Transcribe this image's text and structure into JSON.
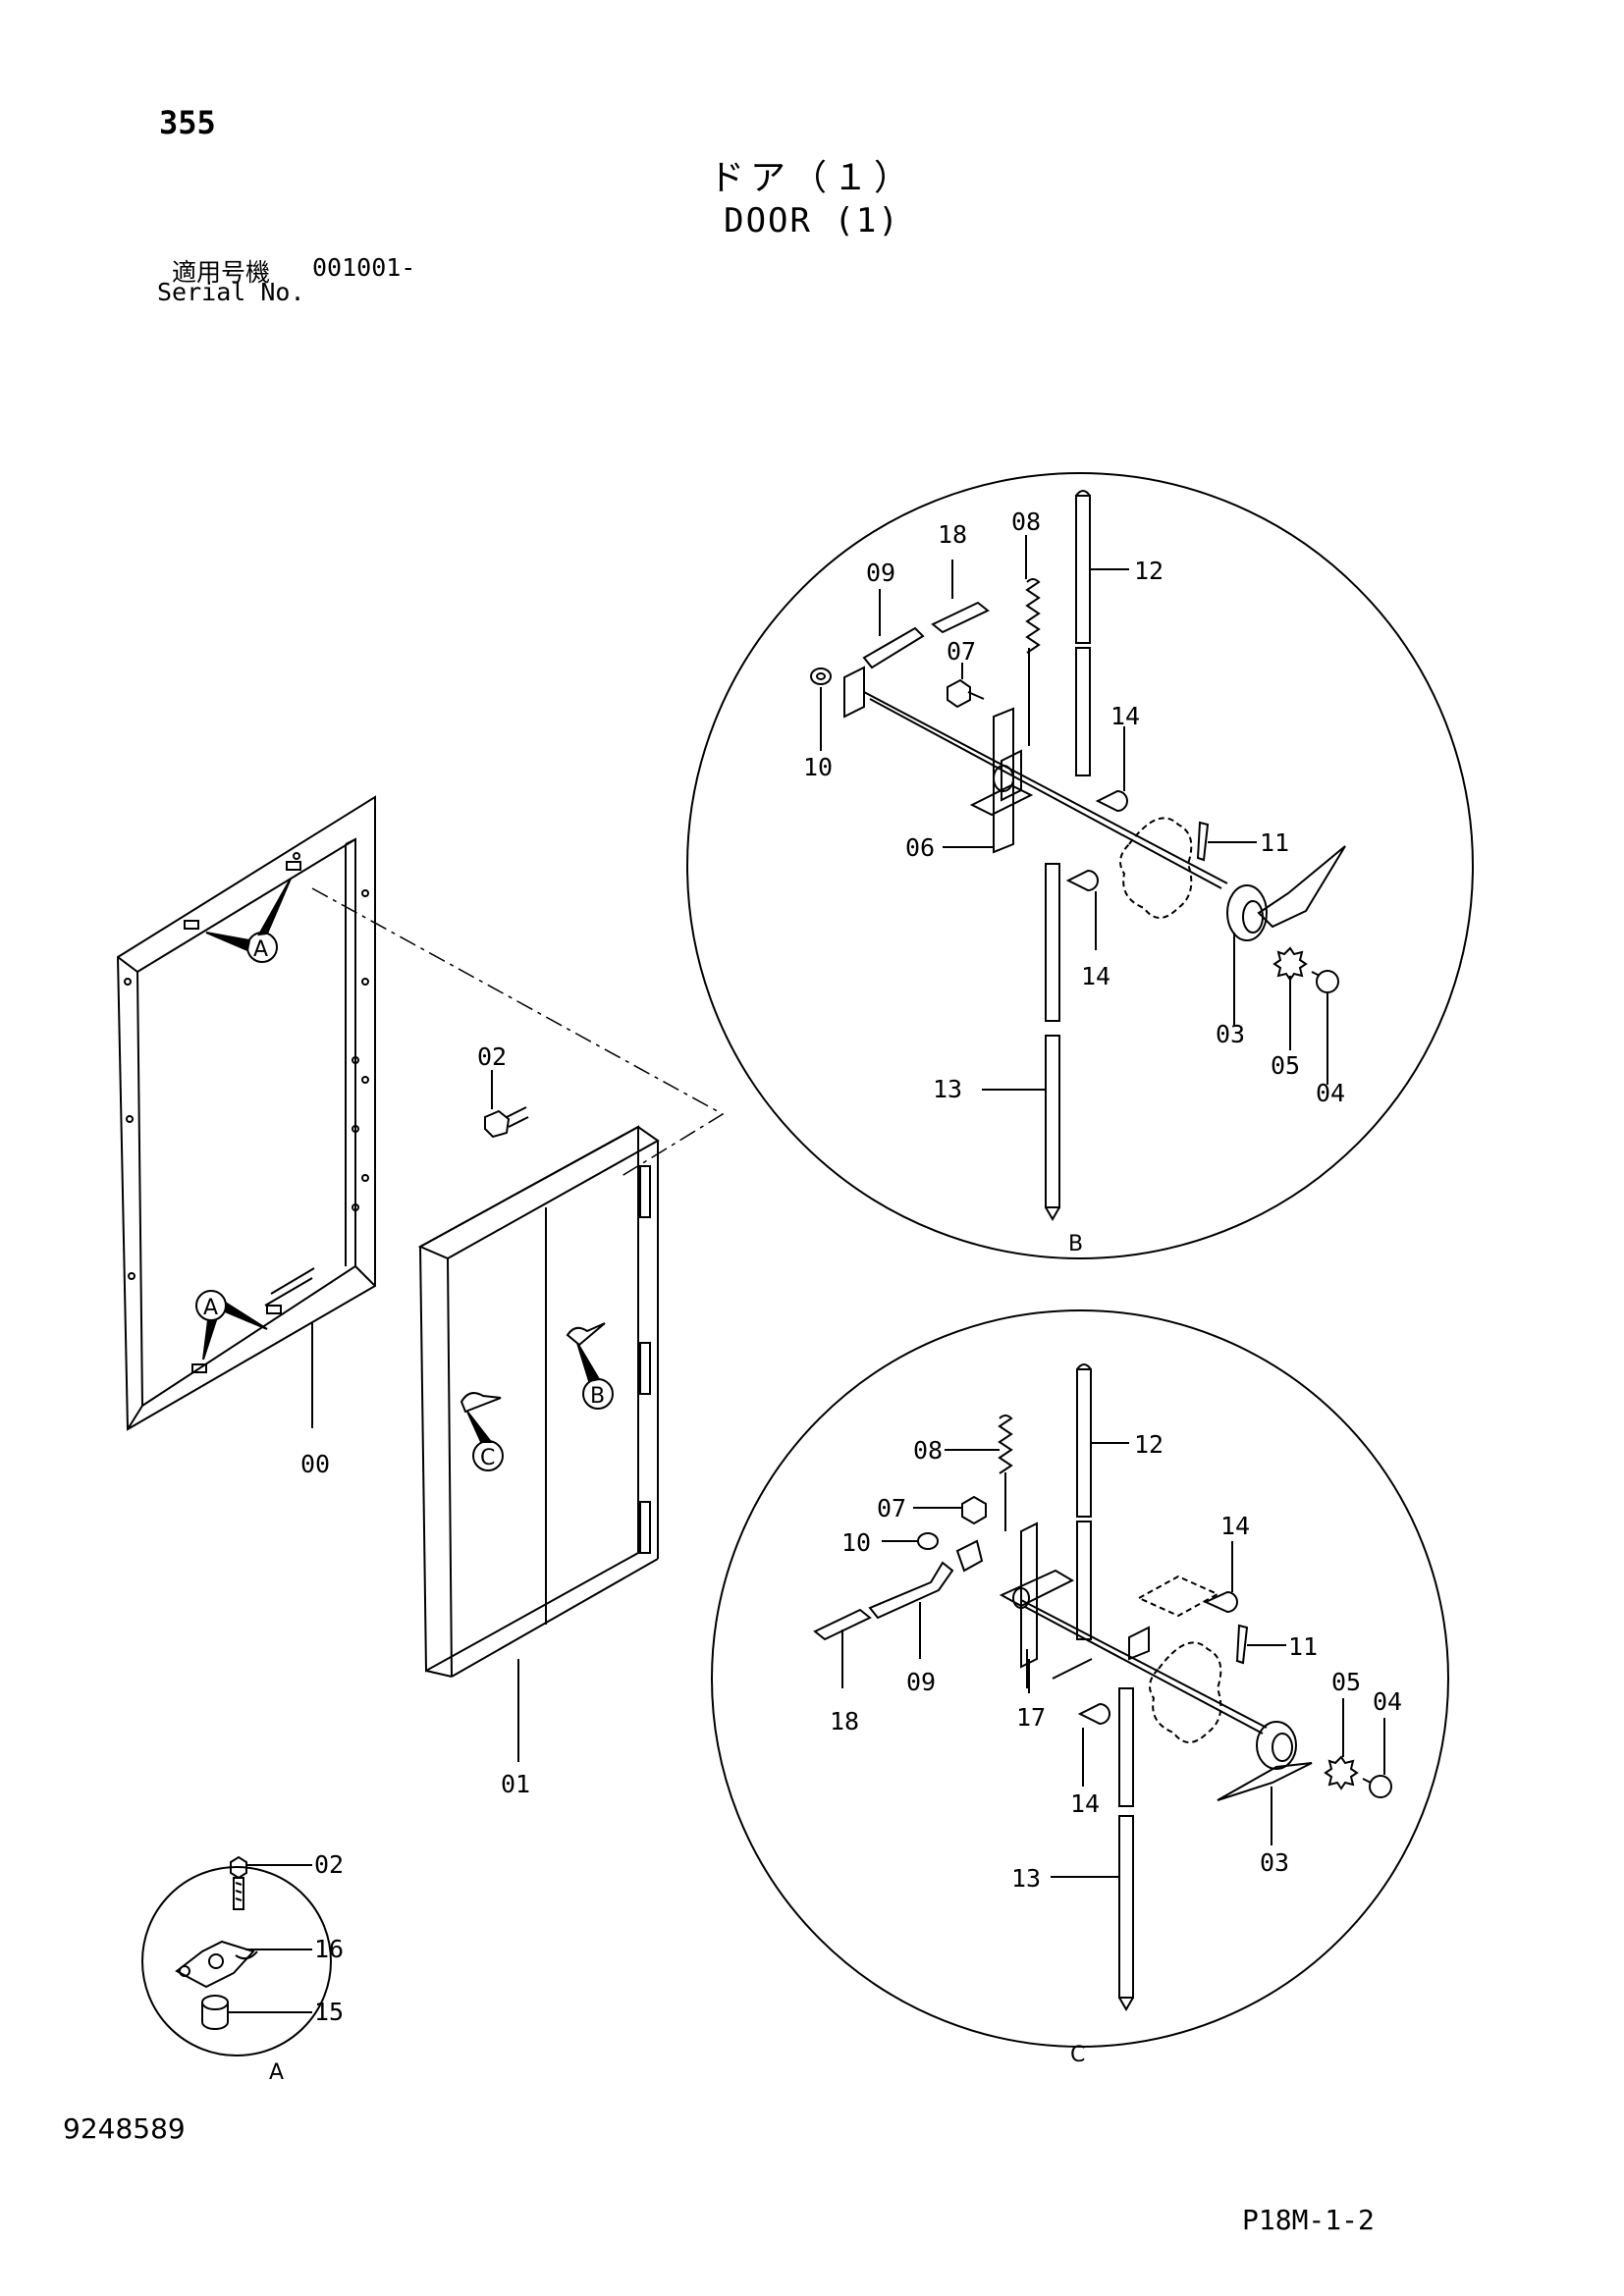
{
  "header": {
    "page_number": "355",
    "title_jp": "ドア（１）",
    "title_en": "DOOR (1)",
    "serial_label_jp": "適用号機",
    "serial_value": "001001-",
    "serial_label_en": "Serial No."
  },
  "footer": {
    "doc_number": "9248589",
    "page_code": "P18M-1-2"
  },
  "views": {
    "main": {
      "callouts": [
        "A",
        "A",
        "B",
        "C"
      ],
      "parts": [
        "00",
        "01",
        "02"
      ]
    },
    "detail_a": {
      "letter": "A",
      "parts": [
        "02",
        "16",
        "15"
      ]
    },
    "detail_b": {
      "letter": "B",
      "parts": [
        "09",
        "18",
        "08",
        "07",
        "12",
        "10",
        "14",
        "06",
        "11",
        "14",
        "03",
        "05",
        "04",
        "13"
      ]
    },
    "detail_c": {
      "letter": "C",
      "parts": [
        "08",
        "12",
        "07",
        "14",
        "10",
        "11",
        "05",
        "04",
        "18",
        "09",
        "17",
        "14",
        "03",
        "13"
      ]
    }
  }
}
